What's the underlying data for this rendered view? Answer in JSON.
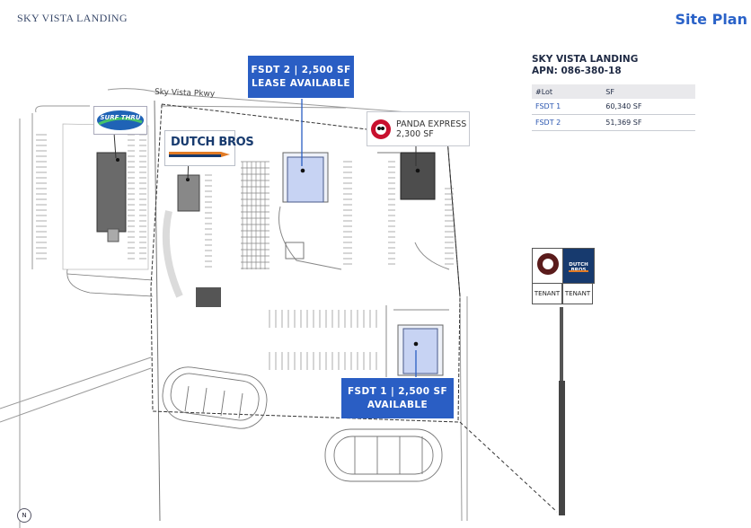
{
  "header": {
    "project_name": "SKY VISTA LANDING",
    "page_title": "Site Plan"
  },
  "info": {
    "title": "SKY VISTA LANDING",
    "apn": "APN: 086-380-18",
    "table": {
      "headers": [
        "#Lot",
        "SF"
      ],
      "rows": [
        {
          "lot": "FSDT 1",
          "sf": "60,340 SF"
        },
        {
          "lot": "FSDT 2",
          "sf": "51,369 SF"
        }
      ]
    }
  },
  "map": {
    "street_label": "Sky Vista Pkwy",
    "fsdt2": {
      "line1": "FSDT 2 | 2,500 SF",
      "line2": "LEASE AVAILABLE"
    },
    "fsdt1": {
      "line1": "FSDT 1 | 2,500 SF",
      "line2": "AVAILABLE"
    },
    "panda": {
      "name": "PANDA EXPRESS",
      "size": "2,300 SF"
    },
    "dutch_logo_text": "DUTCH BROS",
    "surf_logo_text": "SURF THRU"
  },
  "pylon": {
    "left_label": "TENANT",
    "right_label": "TENANT",
    "right_logo_text": "DUTCH BROS"
  },
  "north_label": "N",
  "colors": {
    "accent_blue": "#2a5ec4",
    "building_blue": "#c7d3f3",
    "building_dark": "#4a4a4a",
    "brand_navy": "#173a6e",
    "panda_red": "#c8102e"
  }
}
